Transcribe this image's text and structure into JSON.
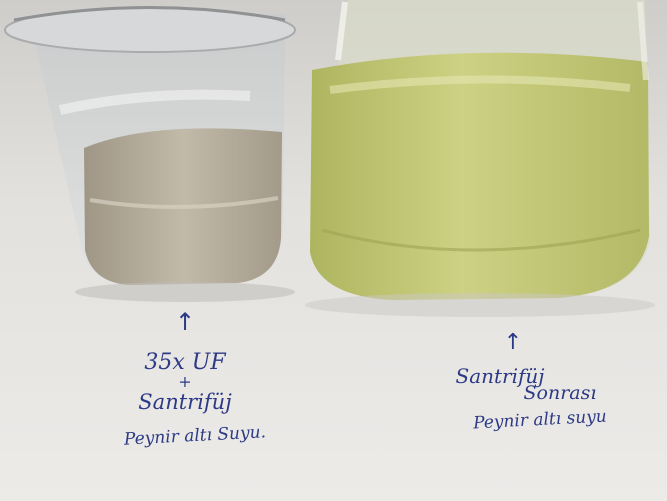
{
  "left_label": {
    "arrow": "↑",
    "line1": "35x UF",
    "line2": "+",
    "line3": "Santrifüj",
    "line4": "Peynir altı Suyu."
  },
  "right_label": {
    "arrow": "↑",
    "line1": "Santrifüj",
    "line2": "Sonrası",
    "line3": "Peynir altı suyu"
  },
  "colors": {
    "left_liquid": "#b3aa99",
    "right_liquid": "#c5cb78",
    "ink": "#2c3a86",
    "paper": "#ebe9e6"
  }
}
